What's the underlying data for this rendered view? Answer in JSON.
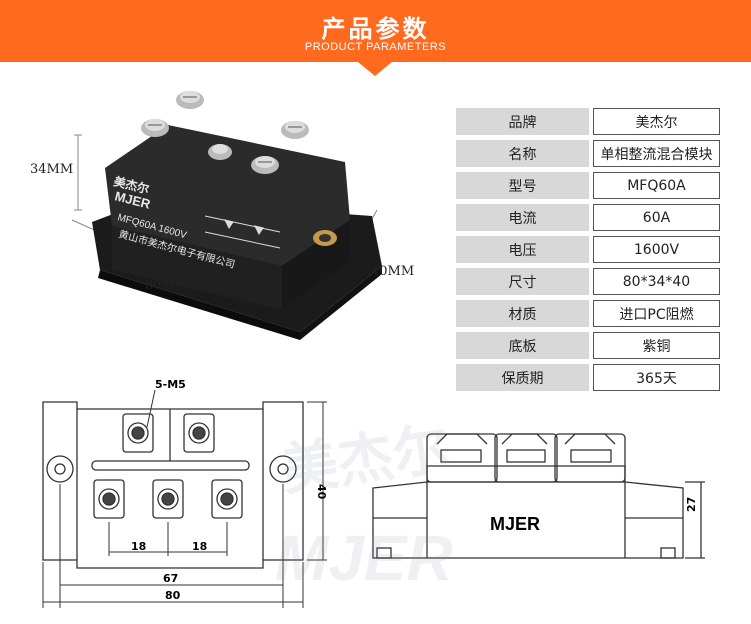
{
  "header": {
    "title": "产品参数",
    "subtitle": "PRODUCT PARAMETERS"
  },
  "photo": {
    "dim_height": "34MM",
    "dim_width": "80MM",
    "dim_depth": "40MM",
    "module_brand": "美杰尔",
    "module_logo": "MJER",
    "module_model": "MFQ60A 1600V",
    "module_maker": "黄山市美杰尔电子有限公司"
  },
  "spec": {
    "rows": [
      {
        "k": "品牌",
        "v": "美杰尔"
      },
      {
        "k": "名称",
        "v": "单相整流混合模块"
      },
      {
        "k": "型号",
        "v": "MFQ60A"
      },
      {
        "k": "电流",
        "v": "60A"
      },
      {
        "k": "电压",
        "v": "1600V"
      },
      {
        "k": "尺寸",
        "v": "80*34*40"
      },
      {
        "k": "材质",
        "v": "进口PC阻燃"
      },
      {
        "k": "底板",
        "v": "紫铜"
      },
      {
        "k": "保质期",
        "v": "365天"
      }
    ]
  },
  "drawing": {
    "screw": "5-M5",
    "d18a": "18",
    "d18b": "18",
    "d67": "67",
    "d80": "80",
    "d40": "40",
    "d27": "27",
    "side_label": "MJER"
  },
  "watermark": {
    "cn": "美杰尔",
    "en": "MJER"
  }
}
